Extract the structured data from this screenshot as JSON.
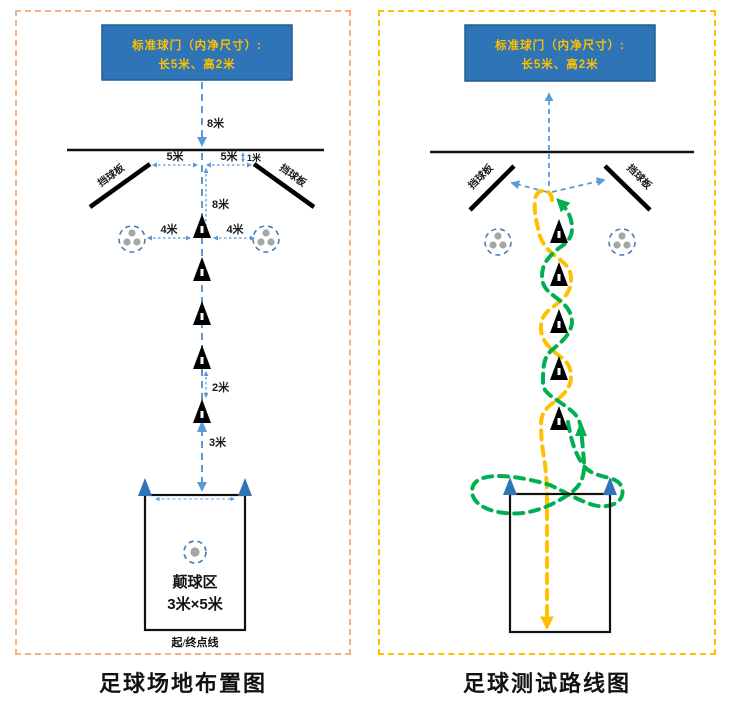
{
  "captions": {
    "left": "足球场地布置图",
    "right": "足球测试路线图"
  },
  "goal": {
    "line1": "标准球门（内净尺寸）:",
    "line2": "长5米、高2米"
  },
  "boards": {
    "left_label": "挡球板",
    "right_label": "挡球板"
  },
  "left_panel": {
    "measure_goal_to_line": "8米",
    "measure_left_5m": "5米",
    "measure_right_5m": "5米",
    "measure_board_gap_1m": "1米",
    "measure_line_to_cones_8m": "8米",
    "measure_ball_left_4m": "4米",
    "measure_ball_right_4m": "4米",
    "measure_cone_gap_2m": "2米",
    "measure_cones_to_area_3m": "3米",
    "juggle_area_name": "颠球区",
    "juggle_area_size": "3米×5米",
    "start_finish_line": "起/终点线"
  },
  "colors": {
    "goal_box_fill": "#2E74B6",
    "goal_text": "#FFC000",
    "guide_blue": "#5B9BD5",
    "route_green": "#00B050",
    "route_yellow": "#FFC000",
    "panel_border_left": "#F4B183",
    "panel_border_right": "#FFC000",
    "flag_blue": "#2E74B6",
    "cone_black": "#000000"
  }
}
